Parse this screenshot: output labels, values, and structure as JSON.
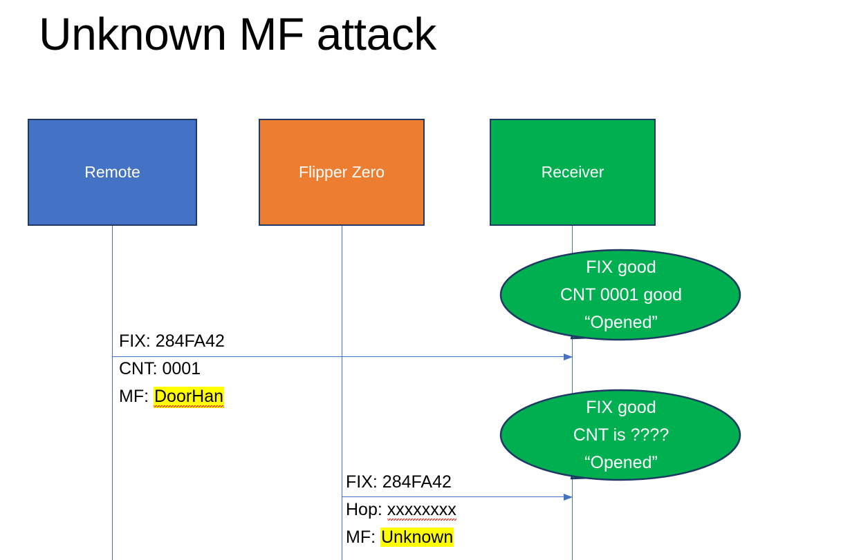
{
  "slide": {
    "title": "Unknown MF attack",
    "background_color": "#FFFFFF"
  },
  "colors": {
    "remote_fill": "#4472C4",
    "flipper_fill": "#ED7D31",
    "receiver_fill": "#00AF50",
    "box_border": "#1F3864",
    "lifeline": "#4472C4",
    "arrow": "#4472C4",
    "callout_fill": "#00AF50",
    "callout_border": "#1F3864",
    "highlight": "#FFFF00",
    "spellcheck_underline": "#E03A2F",
    "text_dark": "#000000",
    "text_light": "#FFFFFF"
  },
  "actors": [
    {
      "id": "remote",
      "label": "Remote"
    },
    {
      "id": "flipper",
      "label": "Flipper Zero"
    },
    {
      "id": "receiver",
      "label": "Receiver"
    }
  ],
  "messages": [
    {
      "id": "msg-1",
      "from": "remote",
      "to": "receiver",
      "lines": [
        {
          "label": "FIX: ",
          "value": "284FA42",
          "highlight": false,
          "spellcheck_error": false
        },
        {
          "label": "CNT: ",
          "value": "0001",
          "highlight": false,
          "spellcheck_error": false
        },
        {
          "label": "MF: ",
          "value": "DoorHan",
          "highlight": true,
          "spellcheck_error": true
        }
      ]
    },
    {
      "id": "msg-2",
      "from": "flipper",
      "to": "receiver",
      "lines": [
        {
          "label": "FIX: ",
          "value": "284FA42",
          "highlight": false,
          "spellcheck_error": false
        },
        {
          "label": "Hop: ",
          "value": "xxxxxxxx",
          "highlight": false,
          "spellcheck_error": true
        },
        {
          "label": "MF: ",
          "value": "Unknown",
          "highlight": true,
          "spellcheck_error": false
        }
      ]
    }
  ],
  "callouts": [
    {
      "id": "callout-1",
      "points_to": "msg-1",
      "lines": [
        "FIX good",
        "CNT 0001 good",
        "“Opened”"
      ]
    },
    {
      "id": "callout-2",
      "points_to": "msg-2",
      "lines": [
        "FIX good",
        "CNT is ????",
        "“Opened”"
      ]
    }
  ]
}
